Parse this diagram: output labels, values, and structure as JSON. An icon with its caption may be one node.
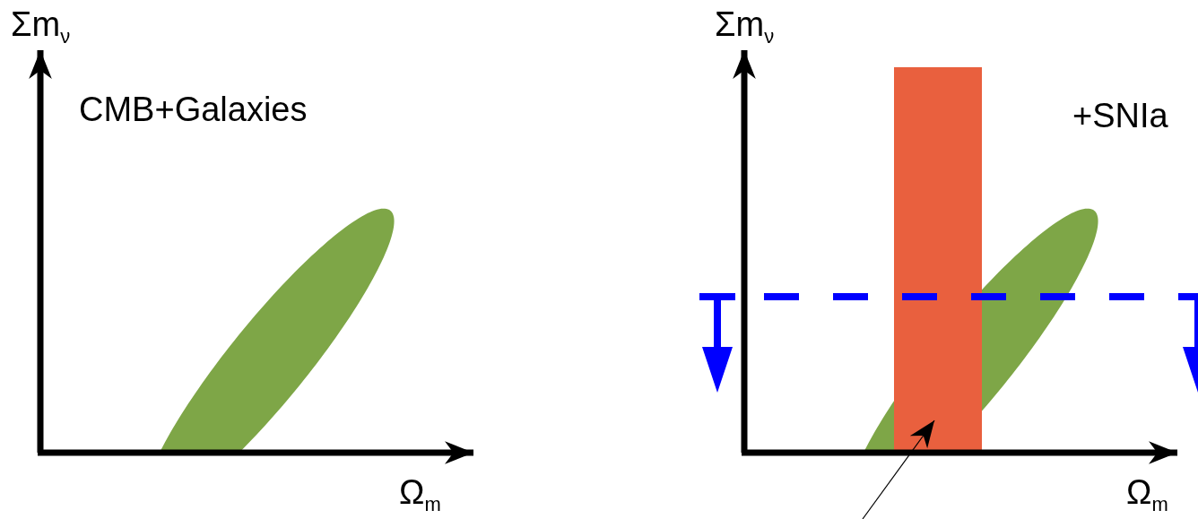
{
  "diagram": {
    "nodes": [
      {
        "text": [],
        "shape": "ellipse"
      },
      {
        "text": [],
        "shape": "ellipse"
      },
      {
        "text": [],
        "shape": "bar"
      }
    ],
    "edges": [
      {
        "from": null,
        "to": 2,
        "arrow": "to"
      }
    ],
    "labels": [
      "Σm$_{ν}$",
      "CMB+Galaxies",
      "Ω$_{m}$",
      "Σm$_{ν}$",
      "+SNIa",
      "Ω$_{m}$"
    ]
  }
}
